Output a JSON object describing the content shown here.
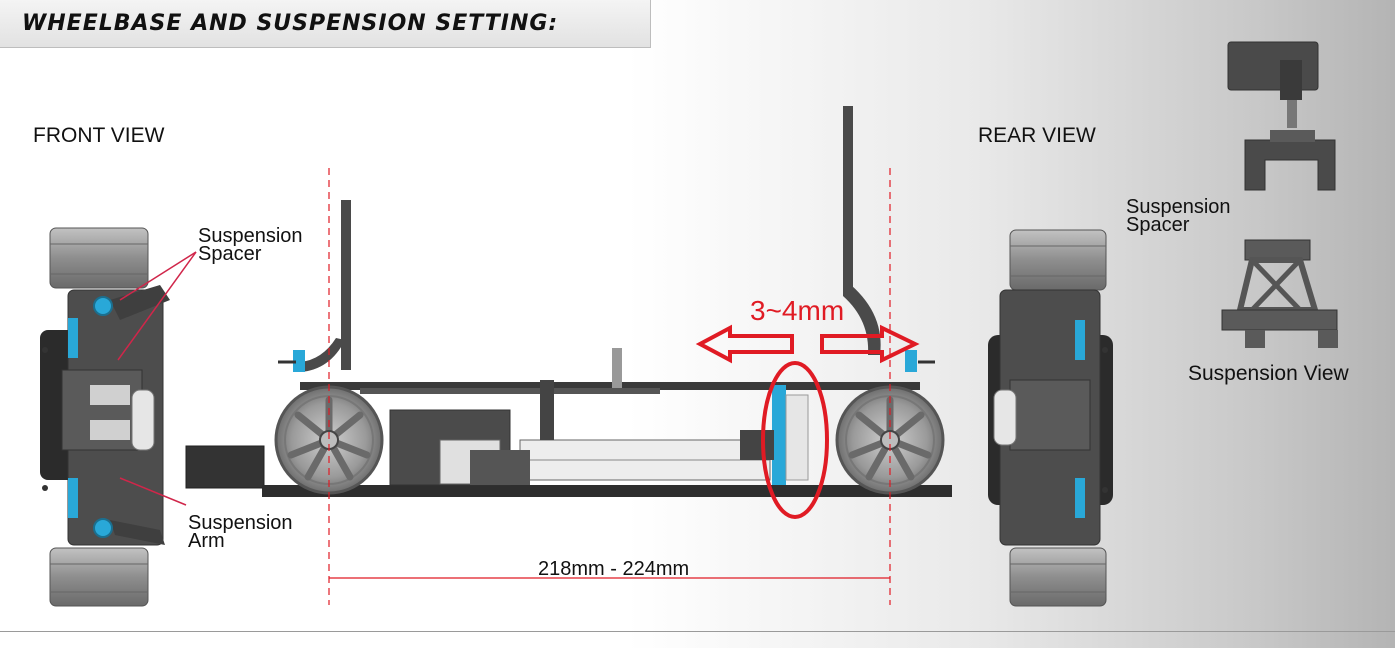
{
  "header": {
    "title": "WHEELBASE AND SUSPENSION SETTING:"
  },
  "views": {
    "front": "FRONT VIEW",
    "rear": "REAR VIEW"
  },
  "callouts": {
    "front_spacer_line1": "Suspension",
    "front_spacer_line2": "Spacer",
    "front_arm_line1": "Suspension",
    "front_arm_line2": "Arm",
    "rear_spacer_line1": "Suspension",
    "rear_spacer_line2": "Spacer"
  },
  "dimensions": {
    "wheelbase": "218mm - 224mm",
    "adjustment": "3~4mm"
  },
  "suspension_view": {
    "label": "Suspension View"
  },
  "colors": {
    "accent_red": "#e01b24",
    "accent_blue": "#29a8d8",
    "part_gray": "#4a4a4a",
    "wheel_gray": "#8c8c8c"
  }
}
